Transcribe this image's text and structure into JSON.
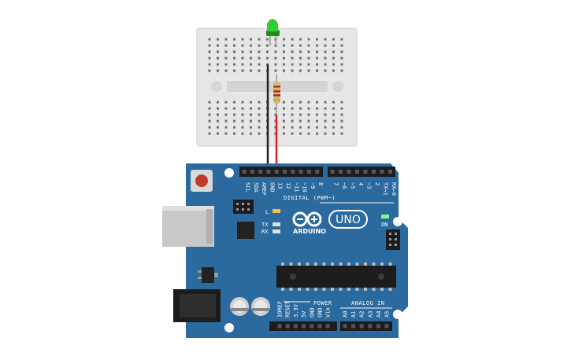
{
  "board": {
    "brand": "ARDUINO",
    "model": "UNO",
    "on_label": "ON",
    "led_l": "L",
    "tx": "TX",
    "rx": "RX",
    "digital_header": "DIGITAL (PWM~)",
    "power_header": "POWER",
    "analog_header": "ANALOG IN",
    "top_pins": [
      "SCL",
      "SDA",
      "AREF",
      "GND",
      "13",
      "12",
      "~11",
      "~10",
      "~9",
      "8",
      "7",
      "~6",
      "~5",
      "4",
      "~3",
      "2",
      "TX→1",
      "RX←0"
    ],
    "bottom_pins": [
      "IOREF",
      "RESET",
      "3.3V",
      "5V",
      "GND",
      "GND",
      "Vin",
      "A0",
      "A1",
      "A2",
      "A3",
      "A4",
      "A5"
    ]
  },
  "components": {
    "led_color": "#33cc33",
    "wire_gnd_color": "#222222",
    "wire_signal_color": "#e02020",
    "board_color": "#2a6a9e"
  }
}
